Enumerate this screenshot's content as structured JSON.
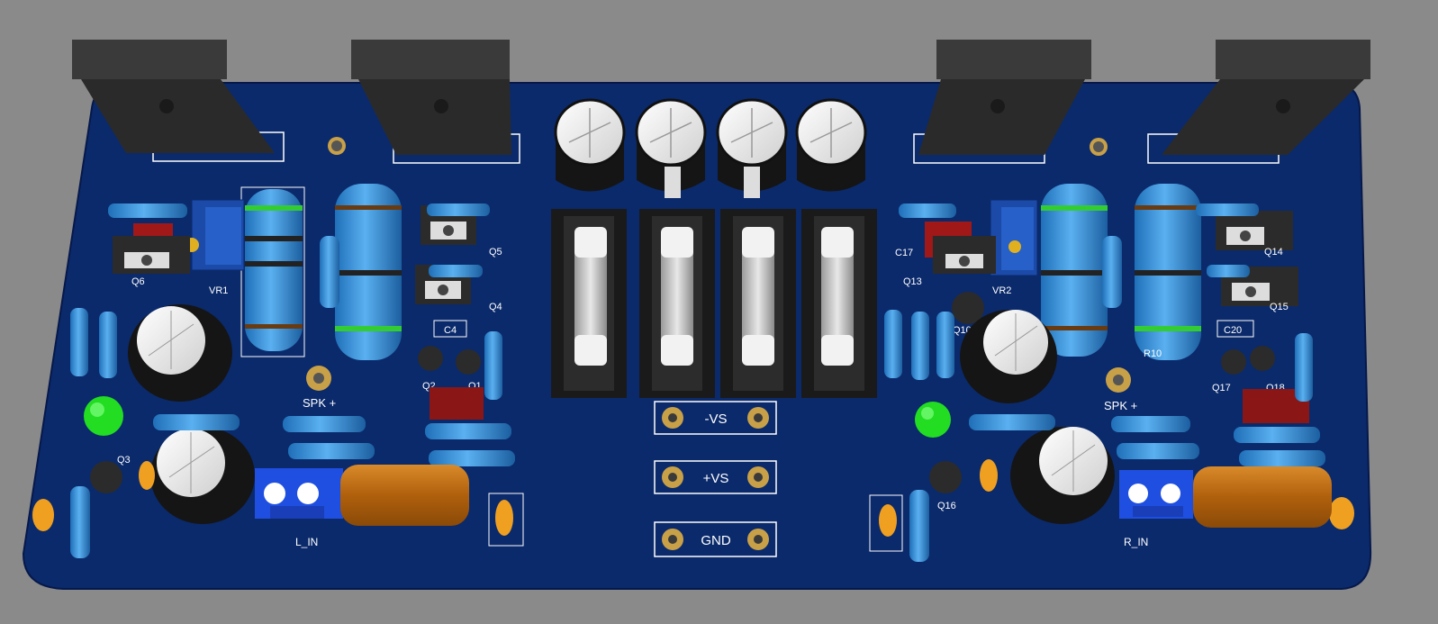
{
  "colors": {
    "background": "#8a8a8a",
    "board": "#0b2a6b",
    "silkscreen": "#ffffff",
    "pad": "#c8a048",
    "resistor_body": "#2f8fd8",
    "transistor": "#2b2b2b",
    "electrolytic_cap": "#151515",
    "film_cap": "#b96a12",
    "ceramic_cap": "#f0a020",
    "terminal_block": "#1f4fe0",
    "led": "#22dd22",
    "fuse_holder": "#1a1a1a"
  },
  "labels": {
    "power_vs_minus": "-VS",
    "power_vs_plus": "+VS",
    "power_gnd": "GND",
    "left_input": "L_IN",
    "right_input": "R_IN",
    "left_speaker": "SPK +",
    "right_speaker": "SPK +",
    "left": {
      "q6": "Q6",
      "vr1": "VR1",
      "q5": "Q5",
      "q4": "Q4",
      "c4": "C4",
      "q2": "Q2",
      "q1": "Q1",
      "q3": "Q3"
    },
    "right": {
      "c17": "C17",
      "q13": "Q13",
      "vr2": "VR2",
      "q14": "Q14",
      "q15": "Q15",
      "c20": "C20",
      "q10": "Q10",
      "r10": "R10",
      "q17": "Q17",
      "q18": "Q18",
      "q16": "Q16"
    }
  },
  "icons": {
    "power_transistor": "to-247-package-icon",
    "electrolytic": "electrolytic-capacitor-icon",
    "fuse": "glass-fuse-icon",
    "resistor": "resistor-icon",
    "led": "led-icon",
    "terminal": "screw-terminal-icon",
    "trimmer": "trimmer-potentiometer-icon"
  }
}
